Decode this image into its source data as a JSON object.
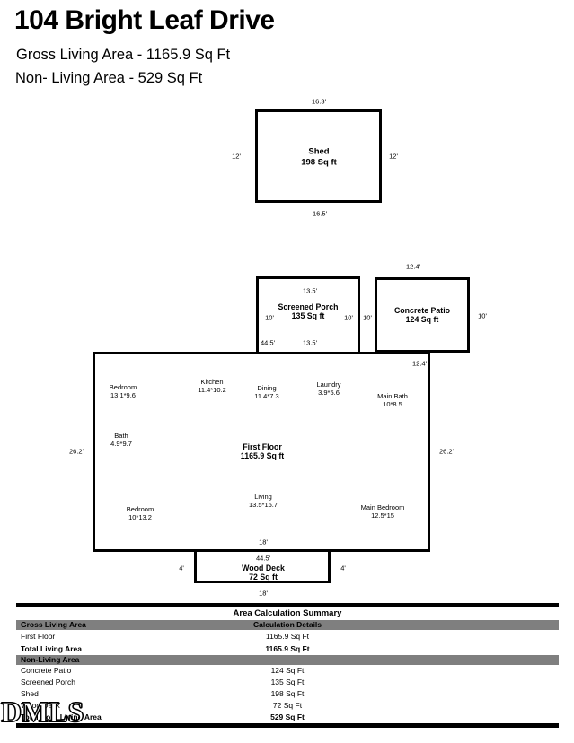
{
  "header": {
    "title": "104 Bright Leaf Drive",
    "gross_living": "Gross Living Area - 1165.9 Sq Ft",
    "non_living": "Non- Living Area - 529 Sq Ft"
  },
  "shed": {
    "name": "Shed",
    "area": "198 Sq ft",
    "dim_top": "16.3'",
    "dim_left": "12'",
    "dim_right": "12'",
    "dim_bottom": "16.5'"
  },
  "screened_porch": {
    "name": "Screened Porch",
    "area": "135 Sq ft",
    "dim_top": "13.5'",
    "dim_left": "10'",
    "dim_right": "10'",
    "dim_gap": "10'",
    "dim_bottom_left": "44.5'",
    "dim_bottom": "13.5'"
  },
  "concrete_patio": {
    "name": "Concrete Patio",
    "area": "124 Sq ft",
    "dim_top": "12.4'",
    "dim_right": "10'"
  },
  "first_floor": {
    "name": "First Floor",
    "area": "1165.9 Sq ft",
    "dim_left": "26.2'",
    "dim_right": "26.2'",
    "dim_top_right": "12.4'",
    "dim_bottom": "18'",
    "rooms": [
      {
        "name": "Bedroom",
        "dims": "13.1*9.6"
      },
      {
        "name": "Kitchen",
        "dims": "11.4*10.2"
      },
      {
        "name": "Dining",
        "dims": "11.4*7.3"
      },
      {
        "name": "Laundry",
        "dims": "3.9*5.6"
      },
      {
        "name": "Main Bath",
        "dims": "10*8.5"
      },
      {
        "name": "Bath",
        "dims": "4.9*9.7"
      },
      {
        "name": "Bedroom",
        "dims": "10*13.2"
      },
      {
        "name": "Living",
        "dims": "13.5*16.7"
      },
      {
        "name": "Main Bedroom",
        "dims": "12.5*15"
      }
    ]
  },
  "wood_deck": {
    "name": "Wood Deck",
    "area": "72 Sq ft",
    "dim_top": "44.5'",
    "dim_left": "4'",
    "dim_right": "4'",
    "dim_bottom": "18'"
  },
  "summary_table": {
    "title": "Area Calculation Summary",
    "section_living": "Gross Living Area",
    "details_header": "Calculation Details",
    "living_rows": [
      {
        "label": "First Floor",
        "value": "1165.9 Sq Ft"
      },
      {
        "label": "Total Living Area",
        "value": "1165.9 Sq Ft"
      }
    ],
    "section_nonliving": "Non-Living Area",
    "nonliving_rows": [
      {
        "label": "Concrete Patio",
        "value": "124 Sq Ft"
      },
      {
        "label": "Screened Porch",
        "value": "135 Sq Ft"
      },
      {
        "label": "Shed",
        "value": "198 Sq Ft"
      },
      {
        "label": "Wood Deck",
        "value": "72 Sq Ft"
      },
      {
        "label": "Total Non- Living Area",
        "value": "529 Sq Ft"
      }
    ]
  },
  "watermark": "DMLS",
  "colors": {
    "line": "#000000",
    "table_header_bg": "#7f7f7f"
  }
}
